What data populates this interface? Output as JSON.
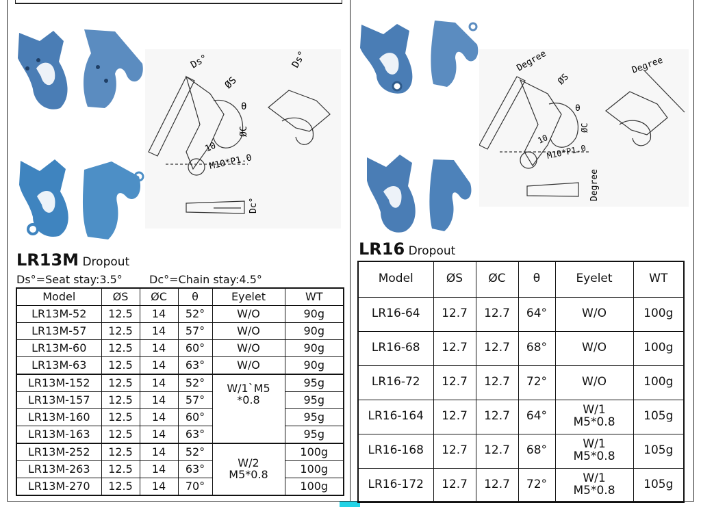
{
  "left": {
    "title_bold": "LR13M",
    "title_rest": " Dropout",
    "note_seat": "Ds°=Seat stay:3.5°",
    "note_chain": "Dc°=Chain stay:4.5°",
    "headers": [
      "Model",
      "ØS",
      "ØC",
      "θ",
      "Eyelet",
      "WT"
    ],
    "rows": [
      {
        "model": "LR13M-52",
        "s": "12.5",
        "c": "14",
        "t": "52°",
        "e": "W/O",
        "w": "90g"
      },
      {
        "model": "LR13M-57",
        "s": "12.5",
        "c": "14",
        "t": "57°",
        "e": "W/O",
        "w": "90g"
      },
      {
        "model": "LR13M-60",
        "s": "12.5",
        "c": "14",
        "t": "60°",
        "e": "W/O",
        "w": "90g"
      },
      {
        "model": "LR13M-63",
        "s": "12.5",
        "c": "14",
        "t": "63°",
        "e": "W/O",
        "w": "90g"
      },
      {
        "model": "LR13M-152",
        "s": "12.5",
        "c": "14",
        "t": "52°",
        "e": "W/1`M5 *0.8",
        "w": "95g"
      },
      {
        "model": "LR13M-157",
        "s": "12.5",
        "c": "14",
        "t": "57°",
        "w": "95g"
      },
      {
        "model": "LR13M-160",
        "s": "12.5",
        "c": "14",
        "t": "60°",
        "w": "95g"
      },
      {
        "model": "LR13M-163",
        "s": "12.5",
        "c": "14",
        "t": "63°",
        "w": "95g"
      },
      {
        "model": "LR13M-252",
        "s": "12.5",
        "c": "14",
        "t": "52°",
        "e": "W/2 M5*0.8",
        "w": "100g"
      },
      {
        "model": "LR13M-263",
        "s": "12.5",
        "c": "14",
        "t": "63°",
        "w": "100g"
      },
      {
        "model": "LR13M-270",
        "s": "12.5",
        "c": "14",
        "t": "70°",
        "w": "100g"
      }
    ],
    "diagram_labels": {
      "ds1": "Ds°",
      "ds2": "Ds°",
      "os": "ØS",
      "theta": "θ",
      "oc": "ØC",
      "ten": "10",
      "m10": "M10*P1.0",
      "dc": "Dc°"
    }
  },
  "right": {
    "title_bold": "LR16",
    "title_rest": " Dropout",
    "headers": [
      "Model",
      "ØS",
      "ØC",
      "θ",
      "Eyelet",
      "WT"
    ],
    "rows": [
      {
        "model": "LR16-64",
        "s": "12.7",
        "c": "12.7",
        "t": "64°",
        "e": "W/O",
        "w": "100g"
      },
      {
        "model": "LR16-68",
        "s": "12.7",
        "c": "12.7",
        "t": "68°",
        "e": "W/O",
        "w": "100g"
      },
      {
        "model": "LR16-72",
        "s": "12.7",
        "c": "12.7",
        "t": "72°",
        "e": "W/O",
        "w": "100g"
      },
      {
        "model": "LR16-164",
        "s": "12.7",
        "c": "12.7",
        "t": "64°",
        "e": "W/1 M5*0.8",
        "w": "105g"
      },
      {
        "model": "LR16-168",
        "s": "12.7",
        "c": "12.7",
        "t": "68°",
        "e": "W/1 M5*0.8",
        "w": "105g"
      },
      {
        "model": "LR16-172",
        "s": "12.7",
        "c": "12.7",
        "t": "72°",
        "e": "W/1 M5*0.8",
        "w": "105g"
      }
    ],
    "diagram_labels": {
      "deg1": "Degree",
      "deg2": "Degree",
      "deg3": "Degree",
      "os": "ØS",
      "theta": "θ",
      "oc": "ØC",
      "ten": "10",
      "m10": "M10*P1.0"
    }
  },
  "colors": {
    "part_blue": "#4a7db5",
    "part_dark": "#2e5a8a",
    "line": "#333333",
    "cyan": "#22d3e6"
  }
}
